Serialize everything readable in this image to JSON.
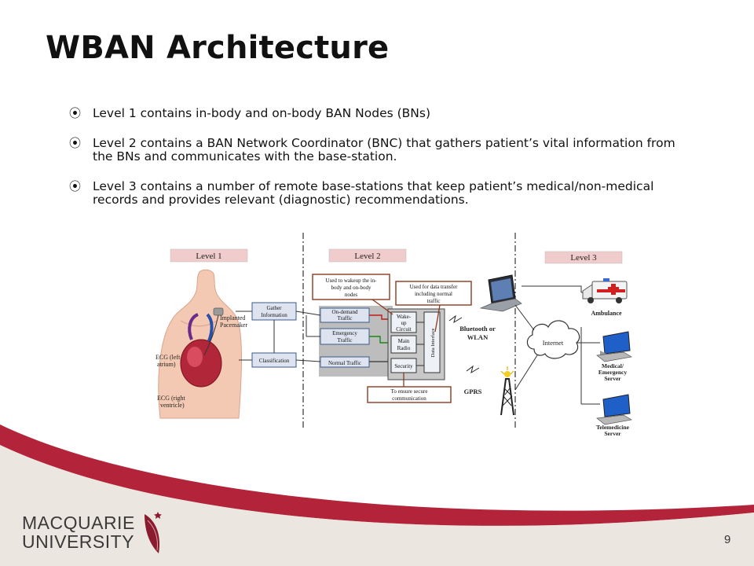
{
  "slide": {
    "title": "WBAN Architecture",
    "bullet_marker": "⦿",
    "bullets": [
      "Level 1 contains in-body and on-body BAN Nodes (BNs)",
      "Level 2 contains a BAN Network Coordinator (BNC) that gathers patient’s vital information from the BNs and communicates with the base-station.",
      "Level 3 contains a number of remote base-stations that keep patient’s medical/non-medical records and provides relevant (diagnostic) recommendations."
    ],
    "page_number": "9"
  },
  "logo": {
    "line1": "MACQUARIE",
    "line2": "UNIVERSITY"
  },
  "diagram": {
    "level_labels": [
      "Level 1",
      "Level 2",
      "Level 3"
    ],
    "body_labels": {
      "implanted_l1": "Implanted",
      "implanted_l2": "Pacemaker",
      "ecg_left_l1": "ECG (left",
      "ecg_left_l2": "atrium)",
      "ecg_right_l1": "ECG (right",
      "ecg_right_l2": "ventricle)"
    },
    "gather_l1": "Gather",
    "gather_l2": "Information",
    "classification": "Classification",
    "on_demand_l1": "On-demand",
    "on_demand_l2": "Traffic",
    "emergency_l1": "Emergency",
    "emergency_l2": "Traffic",
    "normal_traffic": "Normal Traffic",
    "wakeup_l1": "Wake-",
    "wakeup_l2": "up",
    "wakeup_l3": "Circuit",
    "main_radio_l1": "Main",
    "main_radio_l2": "Radio",
    "security": "Security",
    "data_interface": "Data Interface",
    "callout_wakeup_l1": "Used to wakeup the in-",
    "callout_wakeup_l2": "body and on-body",
    "callout_wakeup_l3": "nodes",
    "callout_transfer_l1": "Used for data transfer",
    "callout_transfer_l2": "including normal",
    "callout_transfer_l3": "traffic",
    "callout_secure_l1": "To ensure secure",
    "callout_secure_l2": "communication",
    "bluetooth_l1": "Bluetooth or",
    "bluetooth_l2": "WLAN",
    "gprs": "GPRS",
    "internet": "Internet",
    "ambulance": "Ambulance",
    "medical_l1": "Medical/",
    "medical_l2": "Emergency",
    "medical_l3": "Server",
    "telemedicine_l1": "Telemedicine",
    "telemedicine_l2": "Server"
  },
  "colors": {
    "footer_red": "#b3243a",
    "footer_gray": "#c9bfb6",
    "level_tag_fill": "#f0cccc",
    "module_box_fill": "#dde4ef",
    "callout_border": "#8a3a1f",
    "inner_block_fill": "#c8c8c8"
  }
}
